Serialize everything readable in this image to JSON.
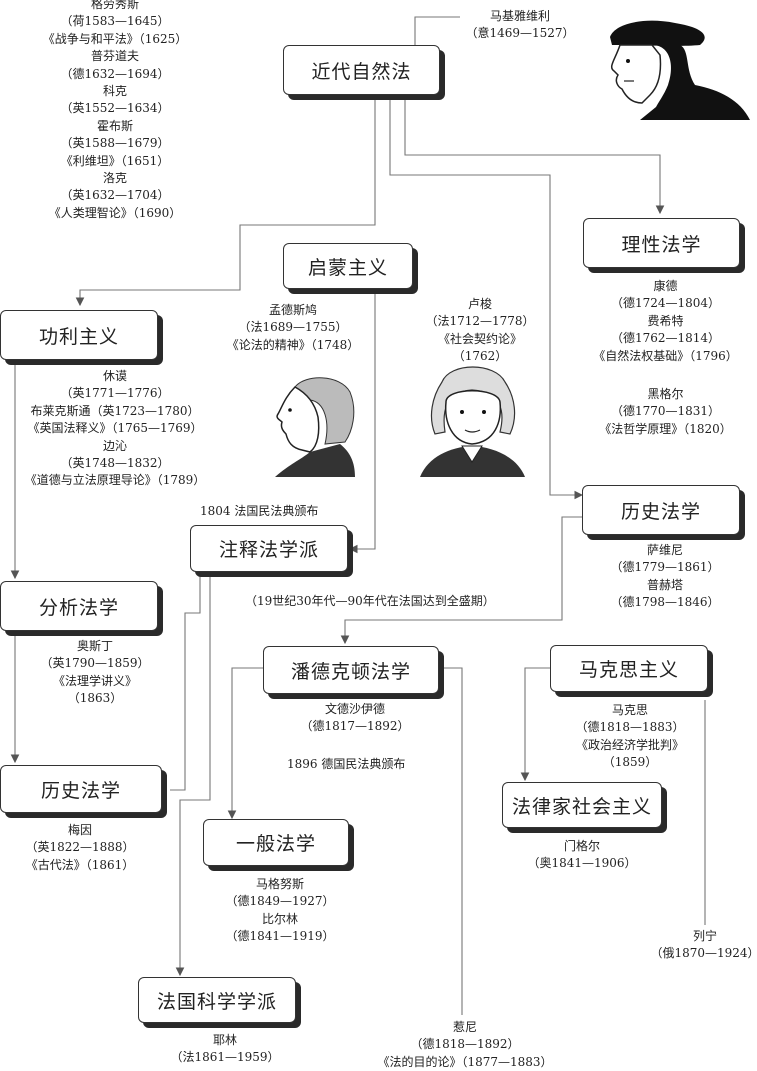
{
  "nodes": {
    "jindai": "近代自然法",
    "lixing": "理性法学",
    "qimeng": "启蒙主义",
    "gongli": "功利主义",
    "lishi_right": "历史法学",
    "zhushi": "注释法学派",
    "fenxi": "分析法学",
    "pandeke": "潘德克顿法学",
    "makesi": "马克思主义",
    "lishi_left": "历史法学",
    "falujia": "法律家社会主义",
    "yiban": "一般法学",
    "faguo": "法国科学学派"
  },
  "texts": {
    "top_left": [
      "格劳秀斯",
      "（荷1583—1645）",
      "《战争与和平法》（1625）",
      "普芬道夫",
      "（德1632—1694）",
      "科克",
      "（英1552—1634）",
      "霍布斯",
      "（英1588—1679）",
      "《利维坦》（1651）",
      "洛克",
      "（英1632—1704）",
      "《人类理智论》（1690）"
    ],
    "machiavelli": [
      "马基雅维利",
      "（意1469—1527）"
    ],
    "montesquieu": [
      "孟德斯鸠",
      "（法1689—1755）",
      "《论法的精神》（1748）"
    ],
    "rousseau": [
      "卢梭",
      "（法1712—1778）",
      "《社会契约论》",
      "（1762）"
    ],
    "rational": [
      "康德",
      "（德1724—1804）",
      "费希特",
      "（德1762—1814）",
      "《自然法权基础》（1796）"
    ],
    "hegel": [
      "黑格尔",
      "（德1770—1831）",
      "《法哲学原理》（1820）"
    ],
    "utilitarian": [
      "休谟",
      "（英1771—1776）",
      "布莱克斯通（英1723—1780）",
      "《英国法释义》（1765—1769）",
      "边沁",
      "（英1748—1832）",
      "《道德与立法原理导论》（1789）"
    ],
    "savigny": [
      "萨维尼",
      "（德1779—1861）",
      "普赫塔",
      "（德1798—1846）"
    ],
    "austin": [
      "奥斯丁",
      "（英1790—1859）",
      "《法理学讲义》",
      "（1863）"
    ],
    "windscheid": [
      "文德沙伊德",
      "（德1817—1892）"
    ],
    "marx": [
      "马克思",
      "（德1818—1883）",
      "《政治经济学批判》",
      "（1859）"
    ],
    "maine": [
      "梅因",
      "（英1822—1888）",
      "《古代法》（1861）"
    ],
    "menger": [
      "门格尔",
      "（奥1841—1906）"
    ],
    "merkel": [
      "马格努斯",
      "（德1849—1927）",
      "比尔林",
      "（德1841—1919）"
    ],
    "lenin": [
      "列宁",
      "（俄1870—1924）"
    ],
    "gény": [
      "耶林",
      "（法1861—1959）"
    ],
    "jhering": [
      "惹尼",
      "（德1818—1892）",
      "《法的目的论》（1877—1883）"
    ]
  },
  "notes": {
    "civil_code_fr": "1804  法国民法典颁布",
    "exegesis_peak": "（19世纪30年代—90年代在法国达到全盛期）",
    "civil_code_de": "1896  德国民法典颁布"
  }
}
